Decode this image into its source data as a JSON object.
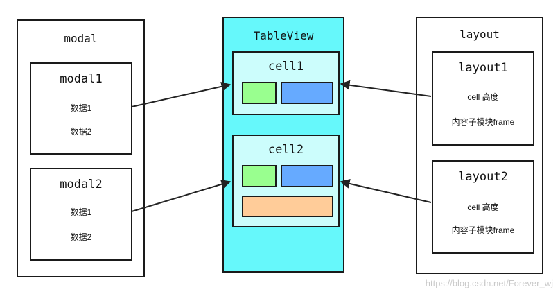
{
  "modal": {
    "title": "modal",
    "items": [
      {
        "title": "modal1",
        "rows": [
          "数据1",
          "数据2"
        ]
      },
      {
        "title": "modal2",
        "rows": [
          "数据1",
          "数据2"
        ]
      }
    ]
  },
  "tableview": {
    "title": "TableView",
    "cells": [
      {
        "title": "cell1"
      },
      {
        "title": "cell2"
      }
    ]
  },
  "layout": {
    "title": "layout",
    "items": [
      {
        "title": "layout1",
        "rows": [
          "cell 高度",
          "内容子模块frame"
        ]
      },
      {
        "title": "layout2",
        "rows": [
          "cell 高度",
          "内容子模块frame"
        ]
      }
    ]
  },
  "colors": {
    "tableview_bg": "#66f8fb",
    "cell_bg": "#ccfdfc",
    "green": "#99ff8f",
    "blue": "#66aaff",
    "orange": "#ffcc99"
  },
  "watermark": "https://blog.csdn.net/Forever_wj"
}
